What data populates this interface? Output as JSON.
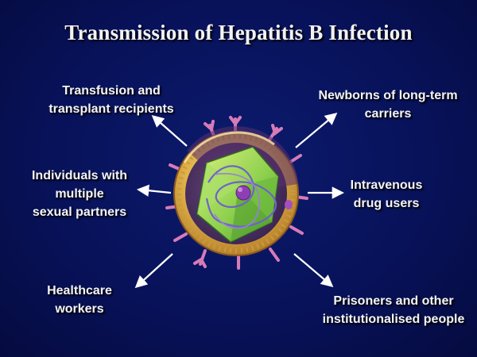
{
  "title": "Transmission of Hepatitis B Infection",
  "groups": [
    {
      "id": "tl",
      "lines": [
        "Transfusion and",
        "transplant recipients"
      ]
    },
    {
      "id": "tr",
      "lines": [
        "Newborns of long-term",
        "carriers"
      ]
    },
    {
      "id": "ml",
      "lines": [
        "Individuals with",
        "multiple",
        "sexual partners"
      ]
    },
    {
      "id": "mr",
      "lines": [
        "Intravenous",
        "drug users"
      ]
    },
    {
      "id": "bl",
      "lines": [
        "Healthcare",
        "workers"
      ]
    },
    {
      "id": "br",
      "lines": [
        "Prisoners and other",
        "institutionalised people"
      ]
    }
  ],
  "colors": {
    "background": "#08125a",
    "text": "#ffffff",
    "arrow": "#ffffff",
    "shell": "#e0b24a",
    "core": "#8fd14f",
    "spike": "#d77ab8"
  },
  "icons": {
    "center": "hepatitis-b-virus-cutaway-icon"
  }
}
